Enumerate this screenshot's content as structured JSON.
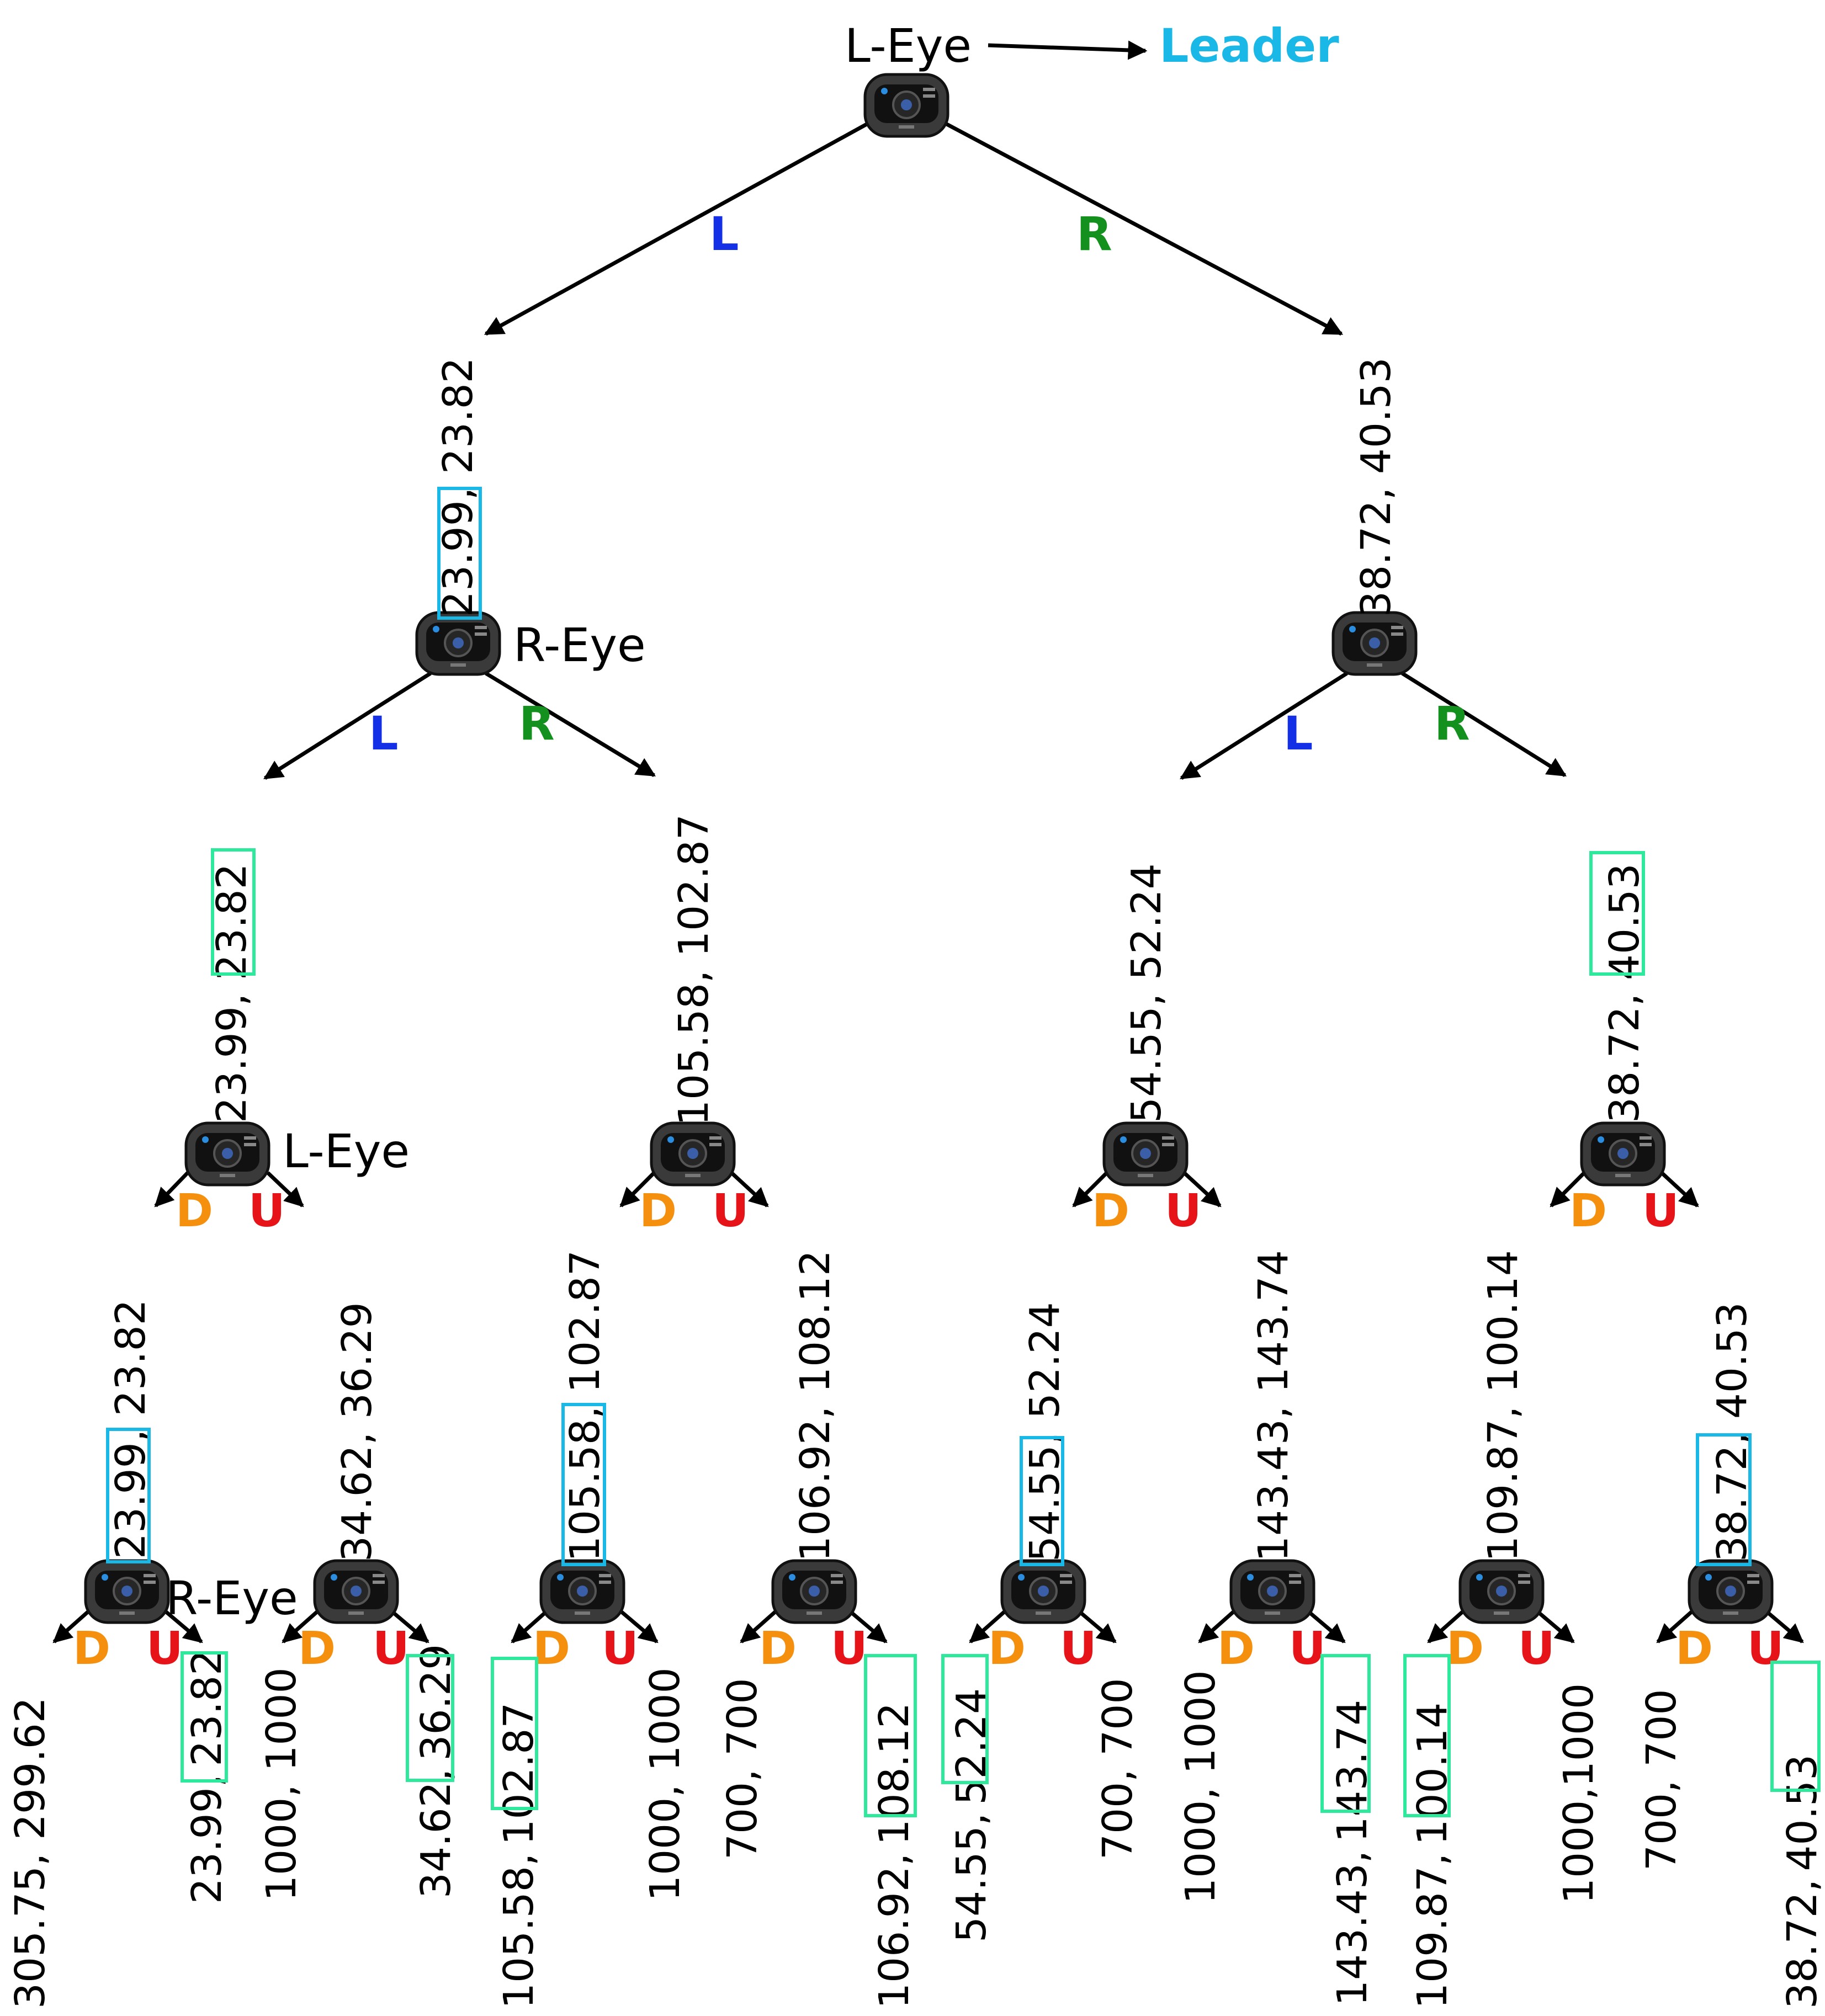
{
  "root": {
    "eye": "L-Eye",
    "leader": "Leader"
  },
  "level1": {
    "branch_left": "L",
    "branch_right": "R",
    "left_node": {
      "val_a": "23.99",
      "val_b": "23.82",
      "eye": "R-Eye"
    },
    "right_node": {
      "val_a": "38.72",
      "val_b": "40.53"
    }
  },
  "level2": {
    "branch_left": "L",
    "branch_right": "R",
    "n1": {
      "val_a": "23.99",
      "val_b": "23.82",
      "eye": "L-Eye"
    },
    "n2": {
      "val_a": "105.58",
      "val_b": "102.87"
    },
    "n3": {
      "val_a": "54.55",
      "val_b": "52.24"
    },
    "n4": {
      "val_a": "38.72",
      "val_b": "40.53"
    }
  },
  "du": {
    "down": "D",
    "up": "U"
  },
  "level3": {
    "c1": {
      "val_a": "23.99",
      "val_b": "23.82",
      "eye": "R-Eye"
    },
    "c2": {
      "val_a": "34.62",
      "val_b": "36.29"
    },
    "c3": {
      "val_a": "105.58",
      "val_b": "102.87"
    },
    "c4": {
      "val_a": "106.92",
      "val_b": "108.12"
    },
    "c5": {
      "val_a": "54.55",
      "val_b": "52.24"
    },
    "c6": {
      "val_a": "143.43",
      "val_b": "143.74"
    },
    "c7": {
      "val_a": "109.87",
      "val_b": "100.14"
    },
    "c8": {
      "val_a": "38.72",
      "val_b": "40.53"
    }
  },
  "leaves": {
    "l1a": "305.75, 299.62",
    "l1b_a": "23.99,",
    "l1b_b": "23.82",
    "l2a": "1000, 1000",
    "l2b_a": "34.62,",
    "l2b_b": "36.29",
    "l3a_a": "105.58,",
    "l3a_b": "102.87",
    "l3b": "1000, 1000",
    "l4a": "700, 700",
    "l4b_a": "106.92,",
    "l4b_b": "108.12",
    "l5a_a": "54.55,",
    "l5a_b": "52.24",
    "l5b": "700, 700",
    "l6a": "1000, 1000",
    "l6b_a": "143.43,",
    "l6b_b": "143.74",
    "l7a_a": "109.87,",
    "l7a_b": "100.14",
    "l7b": "1000,1000",
    "l8a": "700, 700",
    "l8b_a": "38.72,",
    "l8b_b": "40.53"
  },
  "colors": {
    "leader": "#1ab8e6",
    "left": "#1430e6",
    "right": "#14901e",
    "down": "#f5900f",
    "up": "#e61419",
    "leader_box": "#1ab8e6",
    "best_box": "#2ee89c"
  },
  "icons": {
    "node": "webcam-icon"
  }
}
